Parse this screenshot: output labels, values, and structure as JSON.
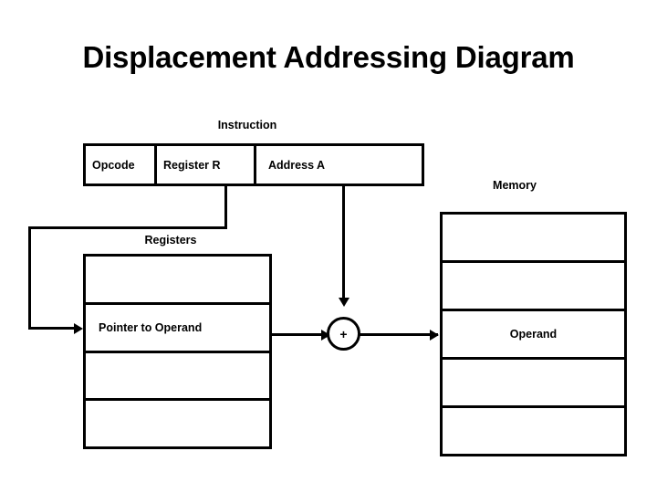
{
  "page": {
    "title": "Displacement Addressing Diagram",
    "background_color": "#ffffff",
    "line_color": "#000000"
  },
  "instruction": {
    "caption": "Instruction",
    "fields": [
      {
        "label": "Opcode"
      },
      {
        "label": "Register R"
      },
      {
        "label": "Address A"
      }
    ]
  },
  "registers": {
    "caption": "Registers",
    "cells": [
      {
        "label": ""
      },
      {
        "label": "Pointer to Operand"
      },
      {
        "label": ""
      },
      {
        "label": ""
      }
    ]
  },
  "memory": {
    "caption": "Memory",
    "cells": [
      {
        "label": ""
      },
      {
        "label": ""
      },
      {
        "label": "Operand"
      },
      {
        "label": ""
      },
      {
        "label": ""
      }
    ]
  },
  "adder": {
    "symbol": "+"
  }
}
